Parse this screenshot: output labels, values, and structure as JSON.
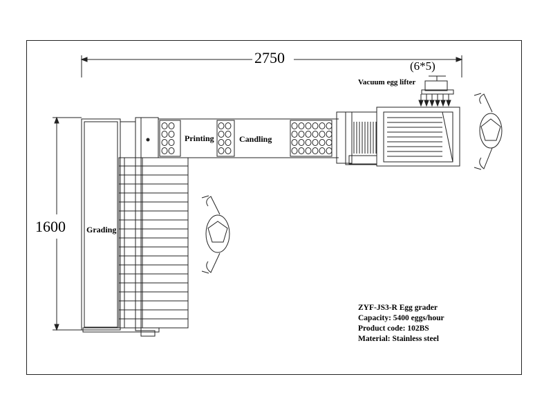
{
  "dimensions": {
    "width_label": "2750",
    "height_label": "1600",
    "grid_label": "(6*5)"
  },
  "labels": {
    "vacuum_lifter": "Vacuum egg lifter",
    "printing": "Printing",
    "candling": "Candling",
    "grading": "Grading"
  },
  "info": {
    "model": "ZYF-JS3-R  Egg grader",
    "capacity": "Capacity: 5400 eggs/hour",
    "product_code": "Product code: 102BS",
    "material": "Material: Stainless steel"
  },
  "colors": {
    "line": "#222222",
    "background": "#ffffff"
  }
}
